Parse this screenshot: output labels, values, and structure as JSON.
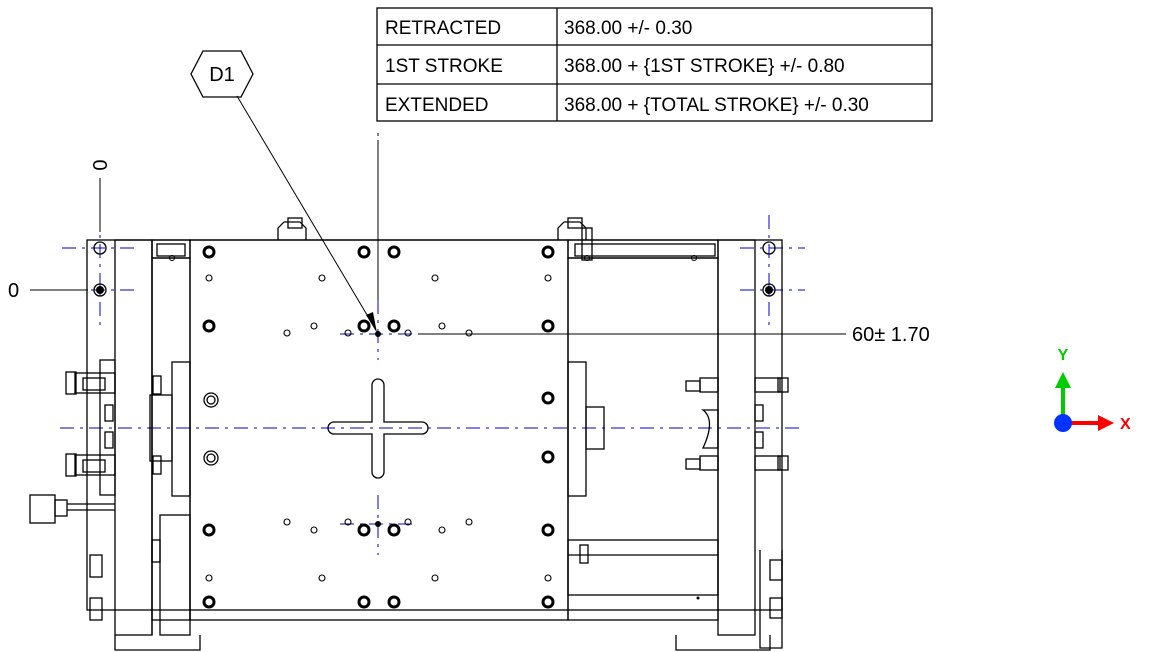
{
  "stroke_table": {
    "rows": [
      {
        "label": "RETRACTED",
        "value": "368.00 +/- 0.30"
      },
      {
        "label": "1ST STROKE",
        "value": "368.00 + {1ST STROKE} +/- 0.80"
      },
      {
        "label": "EXTENDED",
        "value": "368.00 + {TOTAL STROKE} +/- 0.30"
      }
    ]
  },
  "datum_tag": "D1",
  "origin_x_label": "0",
  "origin_y_label": "0",
  "dimension_label": "60± 1.70",
  "triad": {
    "y_label": "Y",
    "x_label": "X",
    "colors": {
      "x": "#ff0000",
      "y": "#00cc00",
      "origin": "#0033ff"
    }
  },
  "colors": {
    "line": "#000000",
    "centerline": "#0000cc"
  }
}
